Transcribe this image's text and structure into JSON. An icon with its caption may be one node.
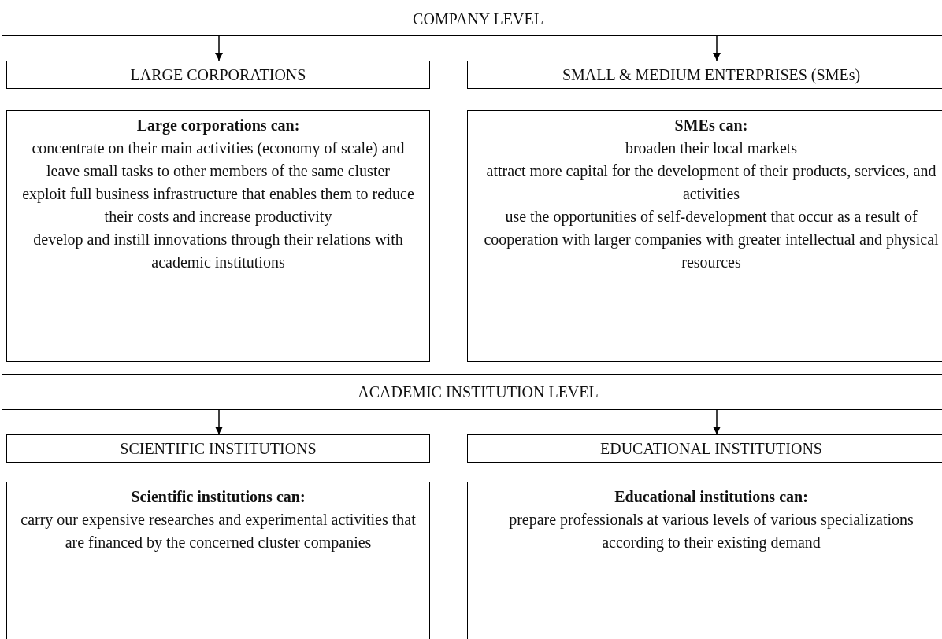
{
  "diagram": {
    "nodes": [
      {
        "text": [
          "COMPANY LEVEL"
        ]
      },
      {
        "text": [
          "LARGE CORPORATIONS"
        ]
      },
      {
        "text": [
          "SMALL & MEDIUM ENTERPRISES (SMEs)"
        ]
      },
      {
        "text": [
          "Large corporations can:",
          "concentrate on their main activities (economy of scale) and leave small tasks to other members of the same cluster",
          "exploit full business infrastructure that enables them to reduce their costs and increase productivity",
          "develop and instill innovations through their relations with academic institutions"
        ]
      },
      {
        "text": [
          "SMEs can:",
          "broaden their local markets",
          "attract more capital for the development of their products, services, and activities",
          "use the opportunities of self-development that occur as a result of cooperation with larger companies with greater intellectual and physical resources"
        ]
      },
      {
        "text": [
          "ACADEMIC INSTITUTION LEVEL"
        ]
      },
      {
        "text": [
          "SCIENTIFIC INSTITUTIONS"
        ]
      },
      {
        "text": [
          "EDUCATIONAL INSTITUTIONS"
        ]
      },
      {
        "text": [
          "Scientific institutions can:",
          "carry our expensive researches and experimental activities that are financed by the concerned cluster companies"
        ]
      },
      {
        "text": [
          "Educational institutions can:",
          "prepare professionals at various levels of various specializations according to their existing demand"
        ]
      }
    ],
    "edges": [
      {
        "from": 0,
        "to": 1,
        "arrow": "to"
      },
      {
        "from": 0,
        "to": 2,
        "arrow": "to"
      },
      {
        "from": 5,
        "to": 6,
        "arrow": "to"
      },
      {
        "from": 5,
        "to": 7,
        "arrow": "to"
      }
    ]
  }
}
